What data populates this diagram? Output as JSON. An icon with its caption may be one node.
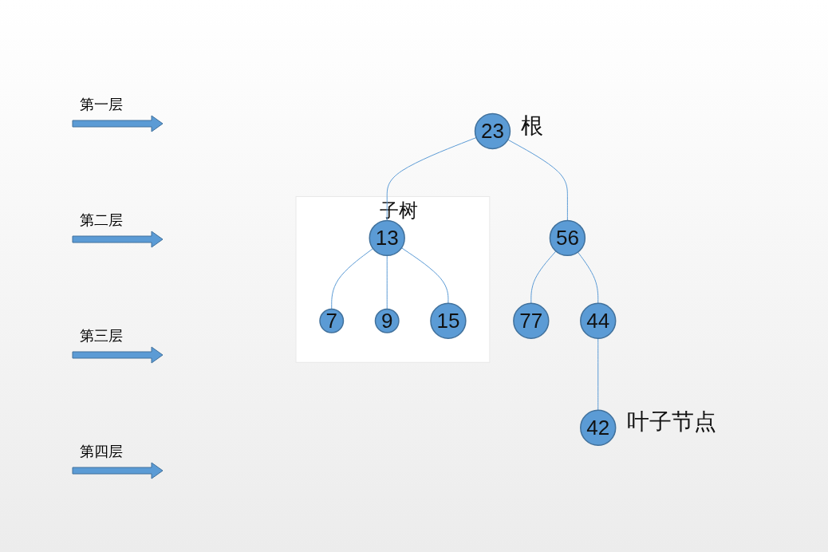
{
  "diagram": {
    "nodes": [
      {
        "text": [
          "23"
        ],
        "beside": [
          "根"
        ]
      },
      {
        "text": [
          "子树"
        ]
      },
      {
        "text": [
          "13"
        ],
        "in": 1
      },
      {
        "text": [
          "56"
        ]
      },
      {
        "text": [
          "7"
        ],
        "in": 1
      },
      {
        "text": [
          "9"
        ],
        "in": 1
      },
      {
        "text": [
          "15"
        ],
        "in": 1
      },
      {
        "text": [
          "44"
        ]
      },
      {
        "text": [
          "77"
        ]
      },
      {
        "text": [
          "42"
        ],
        "beside": [
          "叶子节点"
        ]
      }
    ],
    "edges": [
      {
        "from": 0,
        "to": 2,
        "arrow": "none"
      },
      {
        "from": 0,
        "to": 3,
        "arrow": "none"
      },
      {
        "from": 2,
        "to": 4,
        "arrow": "none"
      },
      {
        "from": 2,
        "to": 5,
        "arrow": "none"
      },
      {
        "from": 2,
        "to": 6,
        "arrow": "none"
      },
      {
        "from": 3,
        "to": 7,
        "arrow": "none"
      },
      {
        "from": 3,
        "to": 8,
        "arrow": "none"
      },
      {
        "from": 7,
        "to": 9,
        "arrow": "none"
      }
    ],
    "labels": [
      "第一层",
      "第二层",
      "第三层",
      "第四层"
    ]
  }
}
